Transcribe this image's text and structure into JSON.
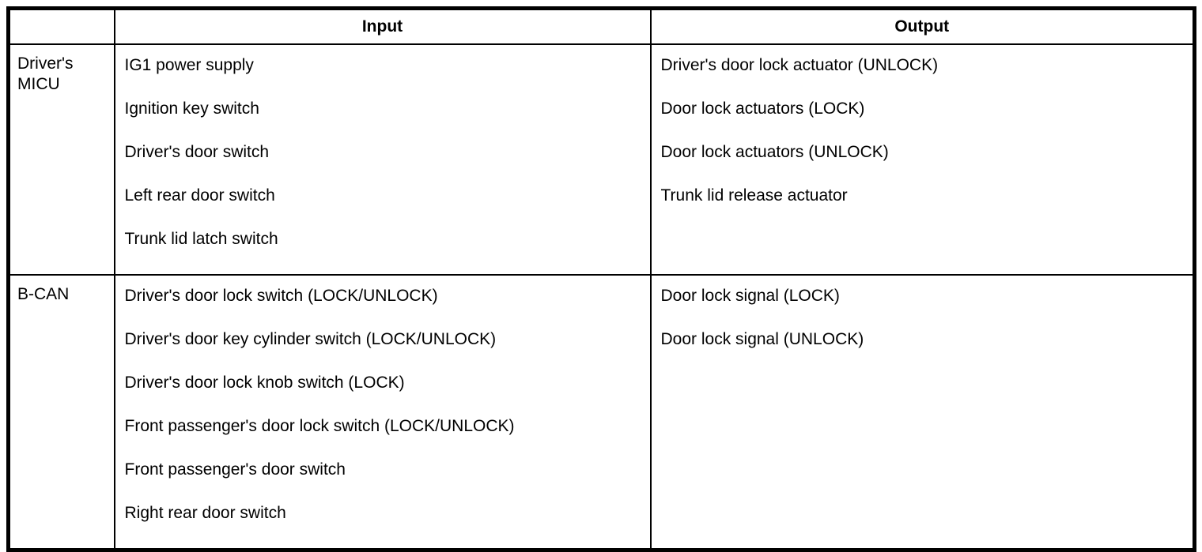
{
  "table": {
    "columns": [
      "",
      "Input",
      "Output"
    ],
    "rows": [
      {
        "unit": "Driver's MICU",
        "inputs": [
          "IG1 power supply",
          "Ignition key switch",
          "Driver's door switch",
          "Left rear door switch",
          "Trunk lid latch switch"
        ],
        "outputs": [
          "Driver's door lock actuator (UNLOCK)",
          "Door lock actuators (LOCK)",
          "Door lock actuators (UNLOCK)",
          "Trunk lid release actuator"
        ]
      },
      {
        "unit": "B-CAN",
        "inputs": [
          "Driver's door lock switch (LOCK/UNLOCK)",
          "Driver's door key cylinder switch (LOCK/UNLOCK)",
          "Driver's door lock knob switch (LOCK)",
          "Front passenger's door lock switch (LOCK/UNLOCK)",
          "Front passenger's door switch",
          "Right rear door switch"
        ],
        "outputs": [
          "Door lock signal (LOCK)",
          "Door lock signal (UNLOCK)"
        ]
      }
    ]
  },
  "colors": {
    "border": "#000000",
    "background": "#ffffff",
    "text": "#000000"
  }
}
